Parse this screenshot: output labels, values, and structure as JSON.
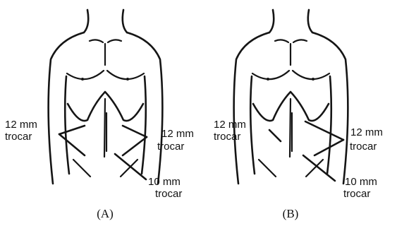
{
  "panels": [
    {
      "caption": "(A)",
      "labels": {
        "left_size": "12 mm",
        "left_word": "trocar",
        "right_size": "12 mm",
        "right_word": "trocar",
        "bottom_size": "10 mm",
        "bottom_word": "trocar"
      }
    },
    {
      "caption": "(B)",
      "labels": {
        "left_size": "12 mm",
        "left_word": "trocar",
        "right_size": "12 mm",
        "right_word": "trocar",
        "bottom_size": "10 mm",
        "bottom_word": "trocar"
      }
    }
  ]
}
